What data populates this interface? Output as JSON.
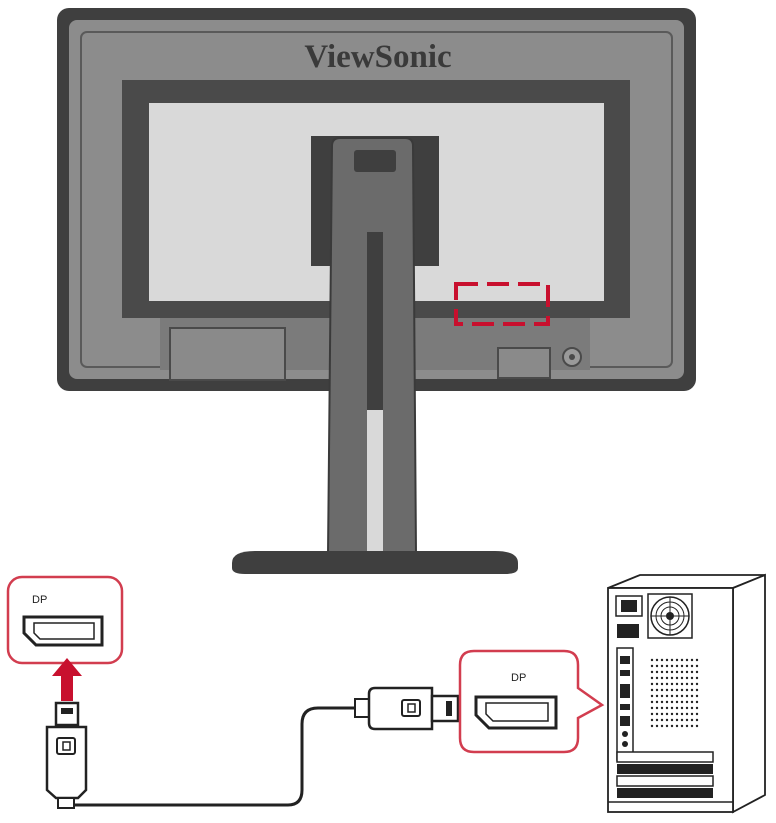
{
  "monitor": {
    "brand": "ViewSonic"
  },
  "callouts": {
    "monitor_port_label": "DP",
    "pc_port_label": "DP"
  },
  "colors": {
    "accent_red": "#c8102e",
    "callout_border": "#d23d4f",
    "bezel_dark": "#454545",
    "bezel_mid": "#8a8a8a",
    "panel_light": "#d8d8d8",
    "stand": "#6b6b6b",
    "cable": "#222222"
  },
  "icons": {
    "connection_arrow": "arrow-up-icon",
    "displayport_symbol": "displayport-icon",
    "lock_slot": "kensington-lock-icon"
  }
}
